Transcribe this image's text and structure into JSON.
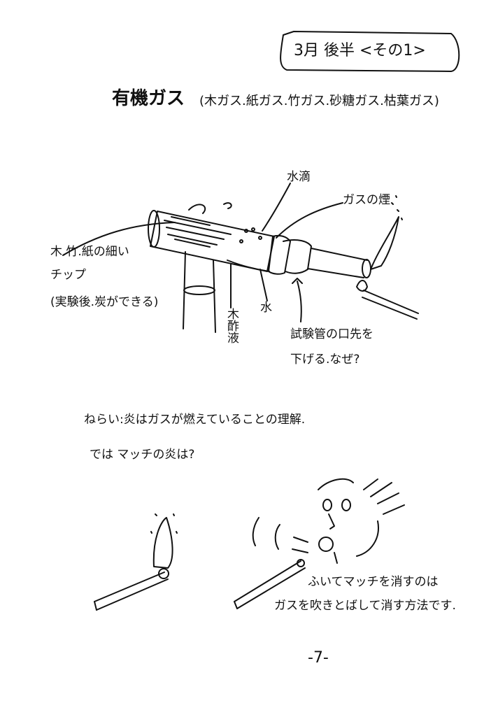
{
  "header": {
    "label": "3月 後半 <その1>"
  },
  "title": {
    "main": "有機ガス",
    "sub": "(木ガス.紙ガス.竹ガス.砂糖ガス.枯葉ガス)"
  },
  "diagram_labels": {
    "water_drop": "水滴",
    "gas_smoke": "ガスの煙",
    "chips_line1": "木.竹.紙の細い",
    "chips_line2": "チップ",
    "chips_line3": "(実験後.炭ができる)",
    "wood_vinegar": "木酢液",
    "water": "水",
    "question_line1": "試験管の口先を",
    "question_line2": "下げる.なぜ?"
  },
  "notes": {
    "aim": "ねらい:炎はガスが燃えていることの理解.",
    "question": "では マッチの炎は?",
    "blow_line1": "ふいてマッチを消すのは",
    "blow_line2": "ガスを吹きとばして消す方法です."
  },
  "page_number": "-7-"
}
